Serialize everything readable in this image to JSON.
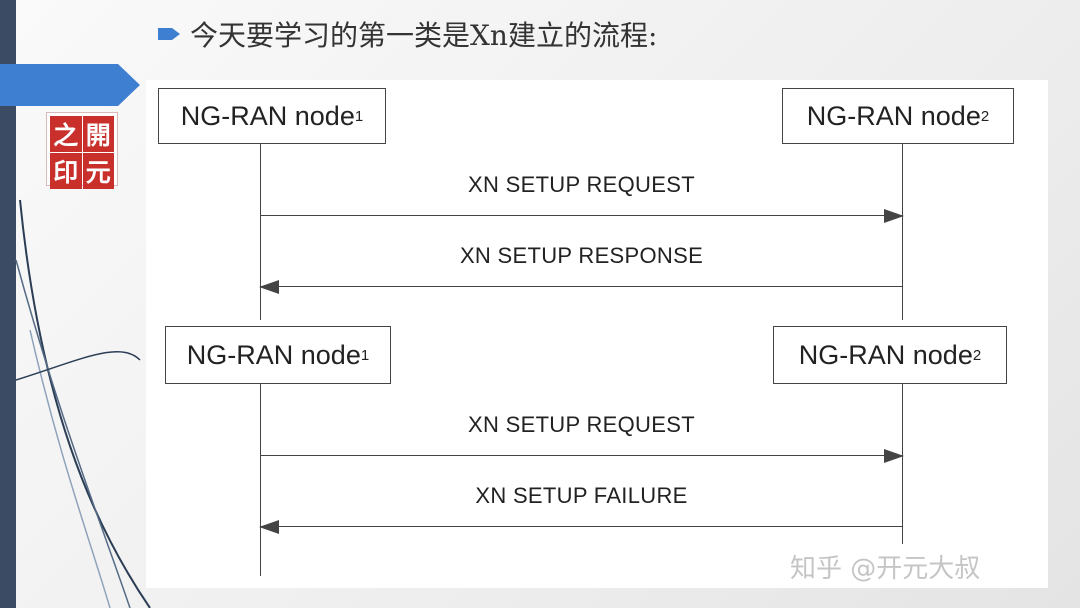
{
  "title": {
    "text": "今天要学习的第一类是Xn建立的流程:"
  },
  "logo": {
    "chars": [
      "之",
      "開",
      "印",
      "元"
    ]
  },
  "diagram": {
    "sections": [
      {
        "node1": {
          "name": "NG-RAN node",
          "sub": "1"
        },
        "node2": {
          "name": "NG-RAN node",
          "sub": "2"
        },
        "messages": [
          {
            "label": "XN SETUP REQUEST",
            "direction": "right"
          },
          {
            "label": "XN SETUP RESPONSE",
            "direction": "left"
          }
        ]
      },
      {
        "node1": {
          "name": "NG-RAN node",
          "sub": "1"
        },
        "node2": {
          "name": "NG-RAN node",
          "sub": "2"
        },
        "messages": [
          {
            "label": "XN SETUP REQUEST",
            "direction": "right"
          },
          {
            "label": "XN SETUP FAILURE",
            "direction": "left"
          }
        ]
      }
    ]
  },
  "watermark": {
    "text": "知乎 @开元大叔"
  },
  "colors": {
    "accent": "#3f7fd1",
    "logo_red": "#c9302c",
    "sidebar": "#3b4b63"
  }
}
